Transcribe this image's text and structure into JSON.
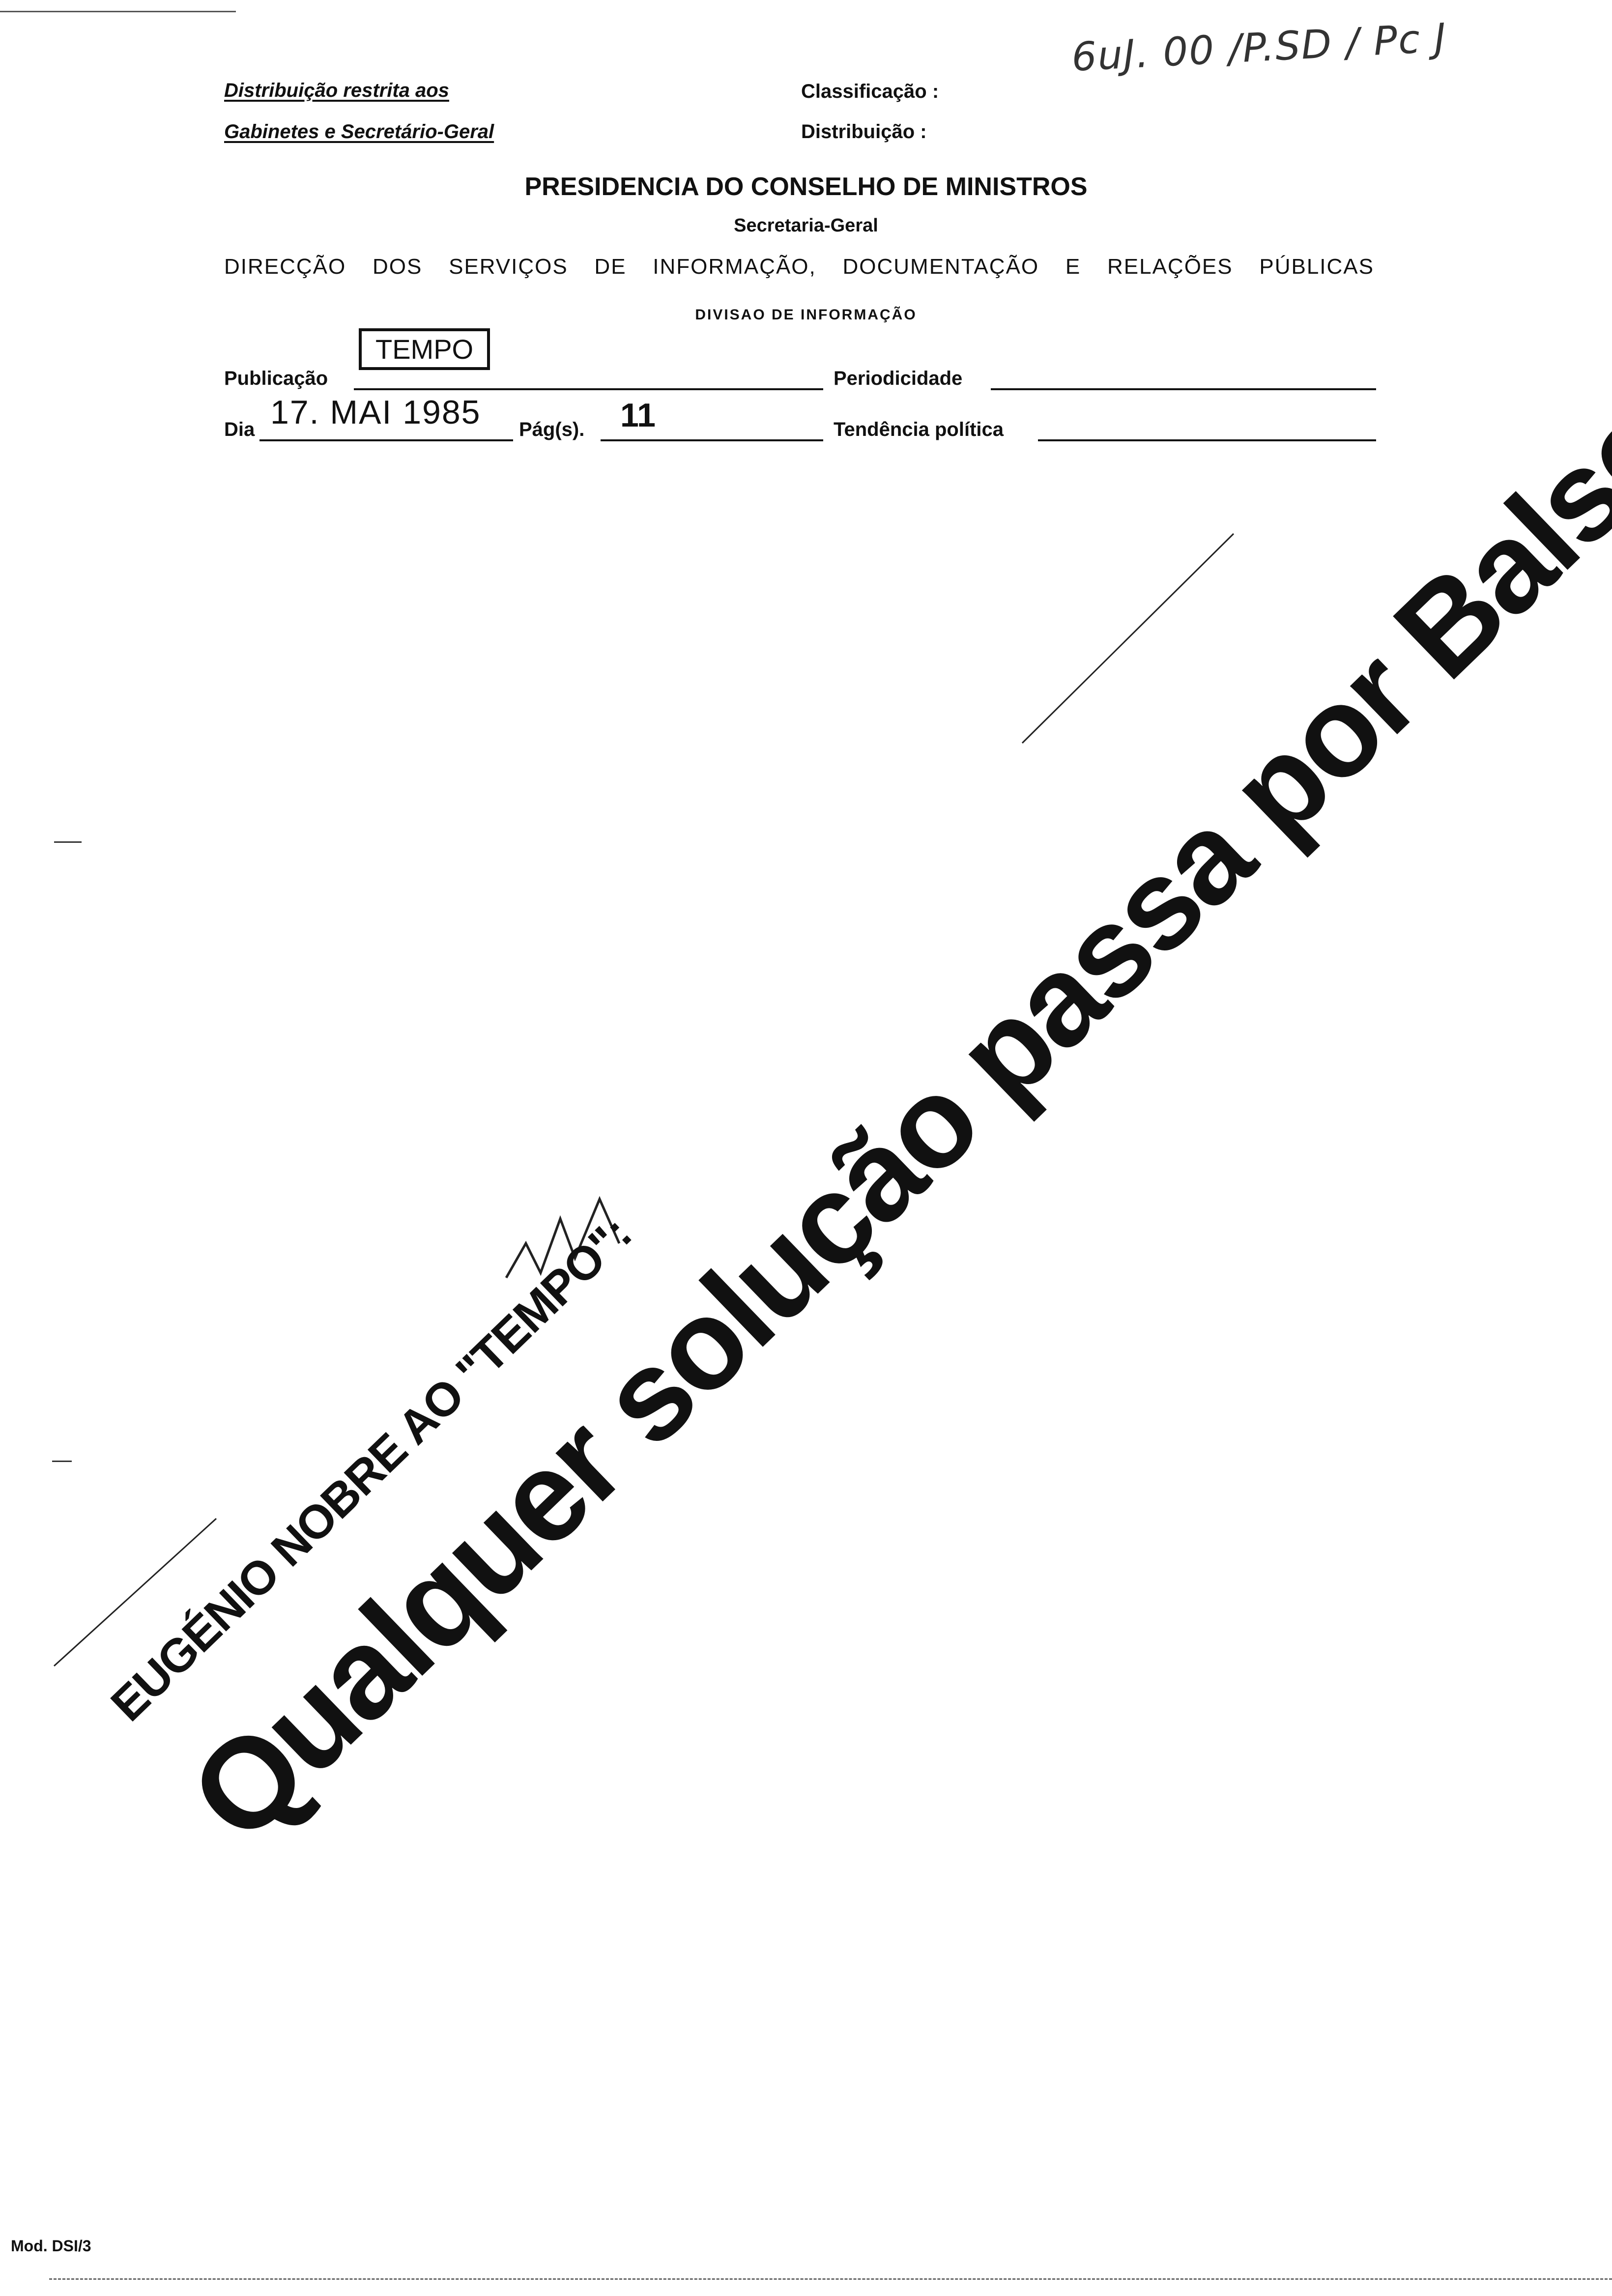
{
  "header": {
    "restriction_line1": "Distribuição restrita aos",
    "restriction_line2": "Gabinetes e Secretário-Geral",
    "classification_label": "Classificação :",
    "distribution_label": "Distribuição :",
    "handwritten_ref": "6uJ. 00 /P.SD / Pc J"
  },
  "org": {
    "title": "PRESIDENCIA DO CONSELHO DE MINISTROS",
    "subtitle": "Secretaria-Geral",
    "department": "DIRECÇÃO DOS SERVIÇOS DE INFORMAÇÃO, DOCUMENTAÇÃO E RELAÇÕES PÚBLICAS",
    "division": "DIVISAO DE INFORMAÇÃO"
  },
  "form": {
    "publication_label": "Publicação",
    "publication_value": "TEMPO",
    "periodicity_label": "Periodicidade",
    "day_label": "Dia",
    "day_value": "17. MAI 1985",
    "pages_label": "Pág(s).",
    "pages_value": "11",
    "tendency_label": "Tendência política"
  },
  "article": {
    "kicker": "EUGÉNIO NOBRE AO \"TEMPO\":",
    "headline": "Qualquer solução passa por Balsemão"
  },
  "footer": {
    "model": "Mod. DSI/3"
  }
}
